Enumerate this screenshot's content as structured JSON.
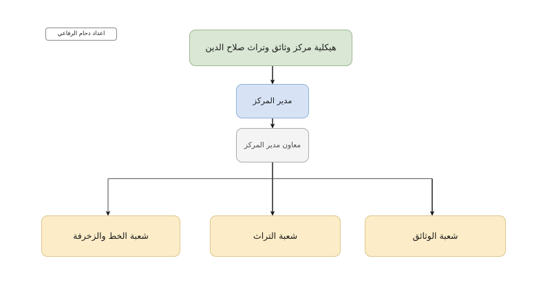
{
  "document": {
    "title": "هيكلية مركز وثائق وتراث صلاح الدين",
    "credit": "اعداد دحام الرفاعي",
    "background_color": "#ffffff"
  },
  "chart_data": {
    "type": "diagram",
    "diagram_kind": "organizational-chart",
    "orientation": "top-down",
    "text_direction": "rtl",
    "title": "هيكلية مركز وثائق وتراث صلاح الدين",
    "nodes": [
      {
        "id": "root",
        "label": "هيكلية مركز وثائق وتراث صلاح الدين",
        "level": 0,
        "fill": "#d9e7d4",
        "stroke": "#9cb894"
      },
      {
        "id": "director",
        "label": "مدير المركز",
        "level": 1,
        "fill": "#d7e3f5",
        "stroke": "#8fb0d8"
      },
      {
        "id": "deputy",
        "label": "معاون مدير المركز",
        "level": 2,
        "fill": "#f4f4f4",
        "stroke": "#a9a9a9"
      },
      {
        "id": "division-0",
        "label": "شعبة الخط والزخرفة",
        "level": 3,
        "fill": "#fcedc8",
        "stroke": "#ddc48c"
      },
      {
        "id": "division-1",
        "label": "شعبة التراث",
        "level": 3,
        "fill": "#fcedc8",
        "stroke": "#ddc48c"
      },
      {
        "id": "division-2",
        "label": "شعبة الوثائق",
        "level": 3,
        "fill": "#fcedc8",
        "stroke": "#ddc48c"
      }
    ],
    "edges": [
      {
        "from": "root",
        "to": "director",
        "style": "arrow"
      },
      {
        "from": "director",
        "to": "deputy",
        "style": "arrow"
      },
      {
        "from": "deputy",
        "to": "division-0",
        "style": "arrow"
      },
      {
        "from": "deputy",
        "to": "division-1",
        "style": "arrow"
      },
      {
        "from": "deputy",
        "to": "division-2",
        "style": "arrow"
      }
    ],
    "edge_color": "#4a4a4a",
    "legend": [],
    "annotations": [
      {
        "id": "credit",
        "text": "اعداد دحام الرفاعي",
        "position": "top-left"
      }
    ]
  }
}
